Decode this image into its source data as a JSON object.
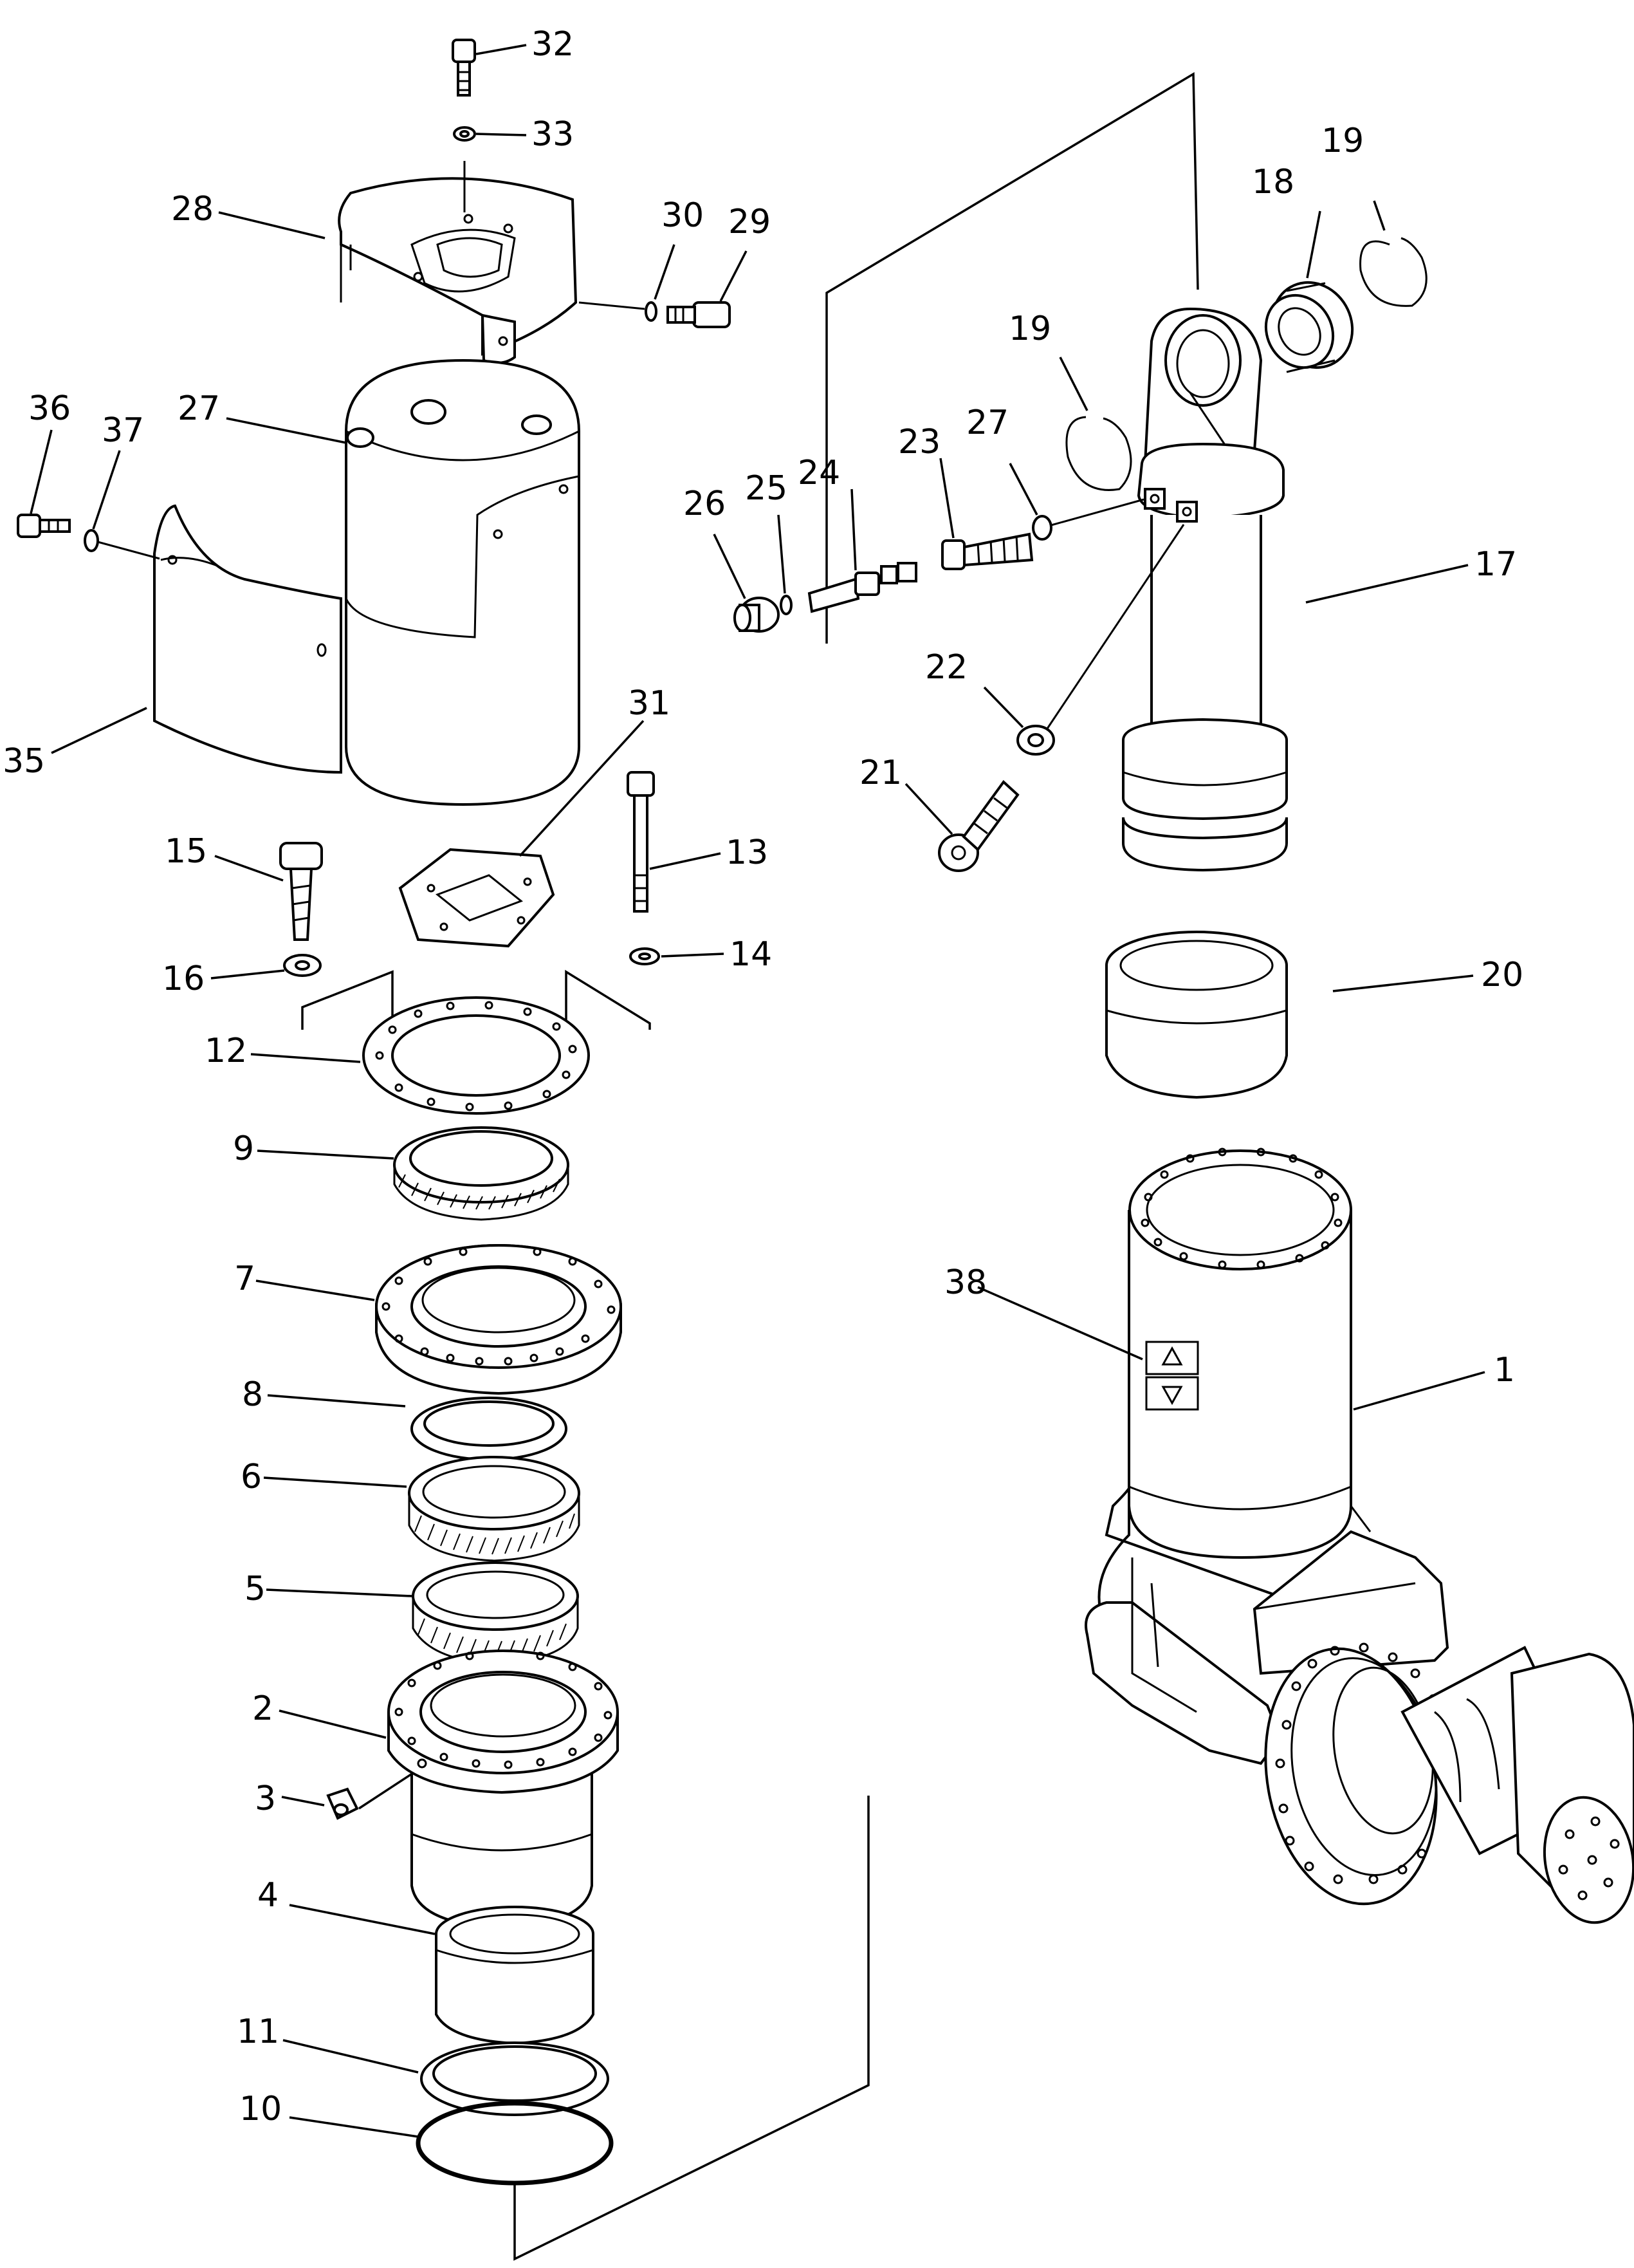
{
  "diagram": {
    "type": "exploded-parts-view",
    "line_color": "#000000",
    "background": "#ffffff",
    "callouts": [
      "1",
      "2",
      "3",
      "4",
      "5",
      "6",
      "7",
      "8",
      "9",
      "10",
      "11",
      "12",
      "13",
      "14",
      "15",
      "16",
      "17",
      "18",
      "19",
      "19",
      "20",
      "21",
      "22",
      "23",
      "24",
      "25",
      "26",
      "27",
      "28",
      "29",
      "30",
      "31",
      "32",
      "33",
      "34",
      "35",
      "36",
      "37",
      "38"
    ]
  }
}
